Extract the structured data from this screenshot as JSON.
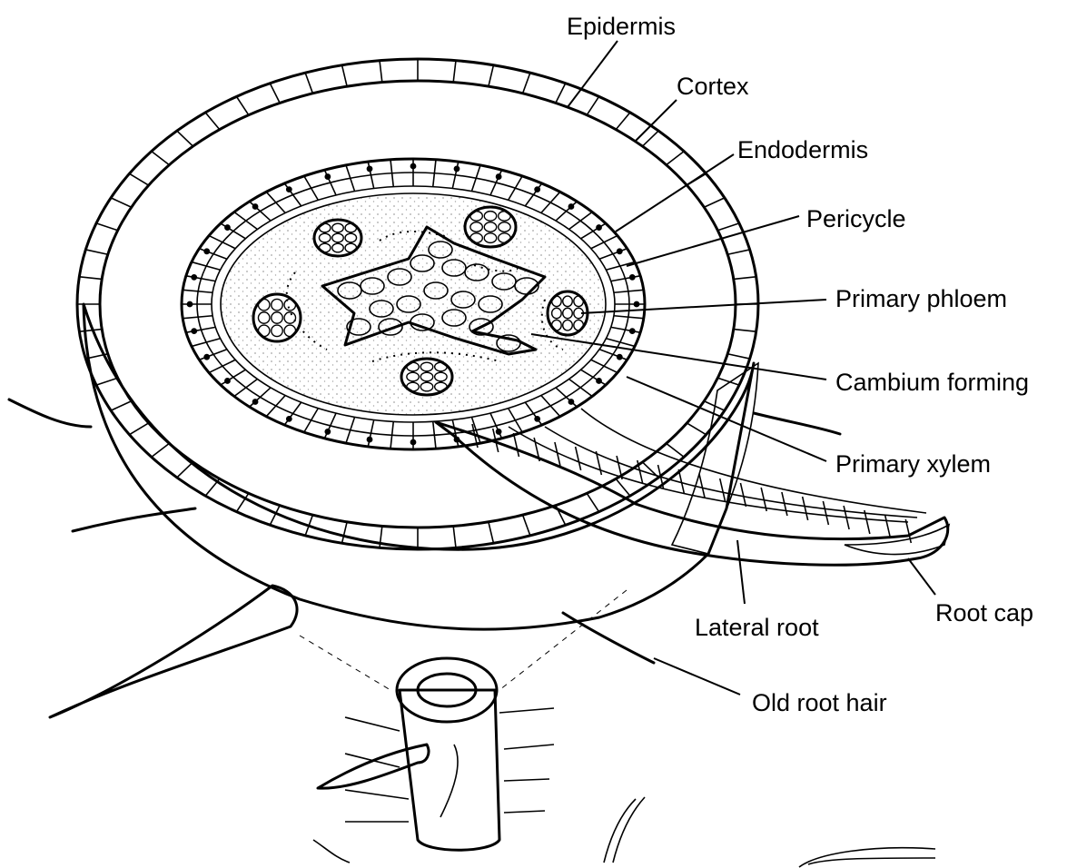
{
  "labels": {
    "epidermis": "Epidermis",
    "cortex": "Cortex",
    "endodermis": "Endodermis",
    "pericycle": "Pericycle",
    "primary_phloem": "Primary phloem",
    "cambium_forming": "Cambium forming",
    "primary_xylem": "Primary xylem",
    "root_cap": "Root cap",
    "lateral_root": "Lateral root",
    "old_root_hair": "Old root hair"
  }
}
